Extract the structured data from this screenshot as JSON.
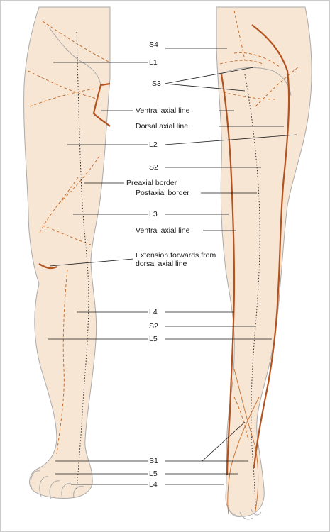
{
  "figure": {
    "background": "#ffffff",
    "skin_color": "#f8e6d5",
    "outline_color": "#aaaaaa",
    "dermatome_line_color": "#c8702e",
    "axial_line_color": "#b3531f",
    "leader_color": "#1a1a1a"
  },
  "labels": {
    "s4": "S4",
    "l1": "L1",
    "s3": "S3",
    "ventral_axial_line_1": "Ventral axial line",
    "dorsal_axial_line": "Dorsal axial line",
    "l2": "L2",
    "s2_upper": "S2",
    "preaxial_border": "Preaxial border",
    "postaxial_border": "Postaxial border",
    "l3": "L3",
    "ventral_axial_line_2": "Ventral axial line",
    "extension_forwards": "Extension forwards from dorsal axial line",
    "l4_leg": "L4",
    "s2_lower": "S2",
    "l5_leg": "L5",
    "s1": "S1",
    "l5_foot": "L5",
    "l4_foot": "L4"
  }
}
